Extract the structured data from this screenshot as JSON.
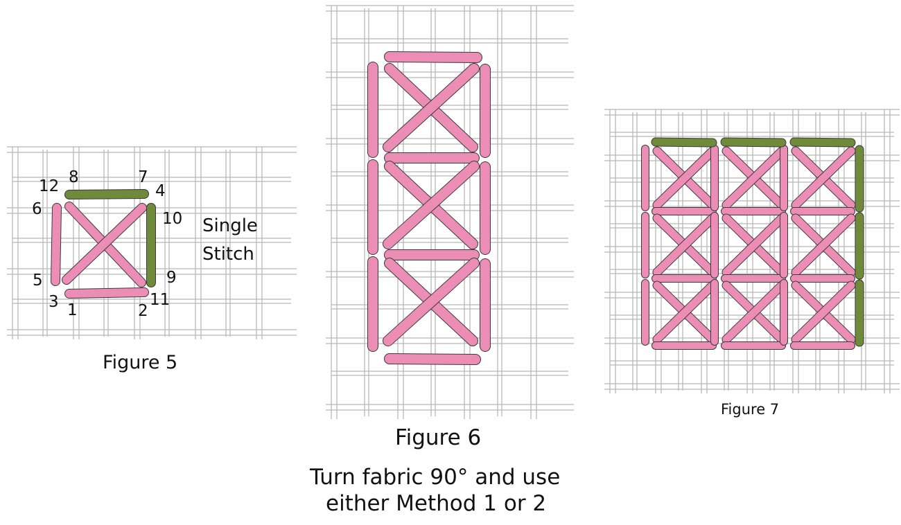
{
  "colors": {
    "pink_stitch": "#ec8db5",
    "green_stitch": "#6e8a3a",
    "stitch_outline": "#3a3a3a",
    "canvas_thread": "#b5b5b5",
    "background": "#ffffff"
  },
  "figure5": {
    "caption": "Figure 5",
    "side_label_line1": "Single",
    "side_label_line2": "Stitch",
    "numbers": {
      "n1": "1",
      "n2": "2",
      "n3": "3",
      "n4": "4",
      "n5": "5",
      "n6": "6",
      "n7": "7",
      "n8": "8",
      "n9": "9",
      "n10": "10",
      "n11": "11",
      "n12": "12"
    },
    "stitches": [
      {
        "id": "top",
        "color": "green"
      },
      {
        "id": "left",
        "color": "pink"
      },
      {
        "id": "right",
        "color": "green"
      },
      {
        "id": "bottom",
        "color": "pink"
      },
      {
        "id": "diag-down",
        "color": "pink"
      },
      {
        "id": "diag-up",
        "color": "pink"
      }
    ]
  },
  "figure6": {
    "caption": "Figure 6",
    "note_line1": "Turn fabric 90° and use",
    "note_line2": "either Method 1 or 2",
    "units_stacked": 3,
    "stitch_color": "pink"
  },
  "figure7": {
    "caption": "Figure 7",
    "grid_rows": 3,
    "grid_cols": 3,
    "green_edges": [
      "top",
      "right"
    ]
  }
}
